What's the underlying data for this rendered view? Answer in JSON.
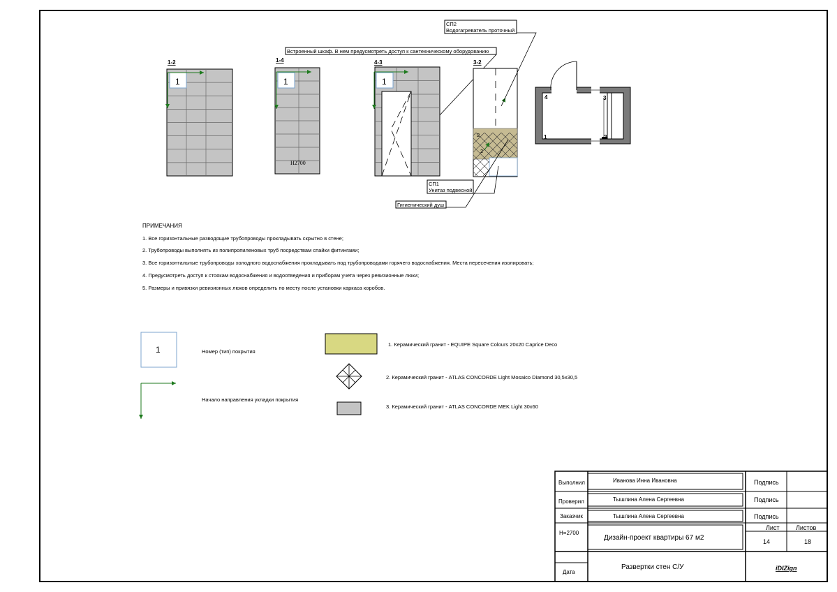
{
  "colors": {
    "tile_gray": "#c4c4c4",
    "tile_line": "#6a6a6a",
    "beige": "#c6bb93",
    "yellow": "#d8d882",
    "green": "#1e7a1e",
    "blue_label": "#7ca6cf",
    "wall": "#7a7a7a"
  },
  "elevations": {
    "e1": {
      "label": "1-2",
      "tag": "1"
    },
    "e2": {
      "label": "1-4",
      "tag": "1",
      "height_note": "Н2700"
    },
    "e3": {
      "label": "4-3",
      "tag": "1"
    },
    "e4": {
      "label": "3-2"
    }
  },
  "callouts": {
    "wardrobe": "Встроенный шкаф. В нем предусмотреть доступ к сантехническому оборудованию",
    "sp2_code": "СП2",
    "sp2_name": "Водогагреватель проточный",
    "sp1_code": "СП1",
    "sp1_name": "Унитаз подвесной",
    "shower": "Гигиенический душ",
    "tile_ref_top": "2",
    "tile_ref_bottom": "2"
  },
  "plan": {
    "wall_1": "1",
    "wall_2": "2",
    "wall_3": "3",
    "wall_4": "4"
  },
  "notes": {
    "title": "ПРИМЕЧАНИЯ",
    "items": [
      "1. Все горизонтальные разводящие трубопроводы прокладывать скрытно в стене;",
      "2. Трубопроводы выполнять из полипропиленовых труб посредствам спайки фитингами;",
      "3. Все горизонтальные трубопроводы холодного водоснабжения прокладывать под трубопроводами горячего водоснабжения. Места пересечения изолировать;",
      "4. Предусмотреть доступ к стоякам водоснабжения и водоотведения и приборам учета через ревизионные люки;",
      "5. Размеры и привязки ревизионных люков определить по месту после установки каркаса коробов."
    ]
  },
  "legend": {
    "tag_number": "1",
    "tag_desc": "Номер (тип) покрытия",
    "arrow_desc": "Начало направления укладки покрытия",
    "mat1": "1. Керамический гранит - EQUIPE Square Colours 20х20 Caprice Deco",
    "mat2": "2. Керамический гранит -   ATLAS CONCORDE Light Mosaico Diamond 30,5х30,5",
    "mat3": "3. Керамический гранит -  ATLAS CONCORDE  MEK Light 30х60"
  },
  "title_block": {
    "performed_label": "Выполнил",
    "performed_name": "Иванова Инна Ивановна",
    "checked_label": "Проверил",
    "checked_name": "Тышлина Алена Сергеевна",
    "client_label": "Заказчик",
    "client_name": "Тышлина Алена Сергеевна",
    "signature": "Подпись",
    "height": "Н=2700",
    "project": "Дизайн-проект квартиры  67 м2",
    "sheet_label": "Лист",
    "sheets_label": "Листов",
    "sheet": "14",
    "sheets": "18",
    "date_label": "Дата",
    "drawing_title": "Развертки стен  С/У",
    "brand": "iDIZign"
  }
}
